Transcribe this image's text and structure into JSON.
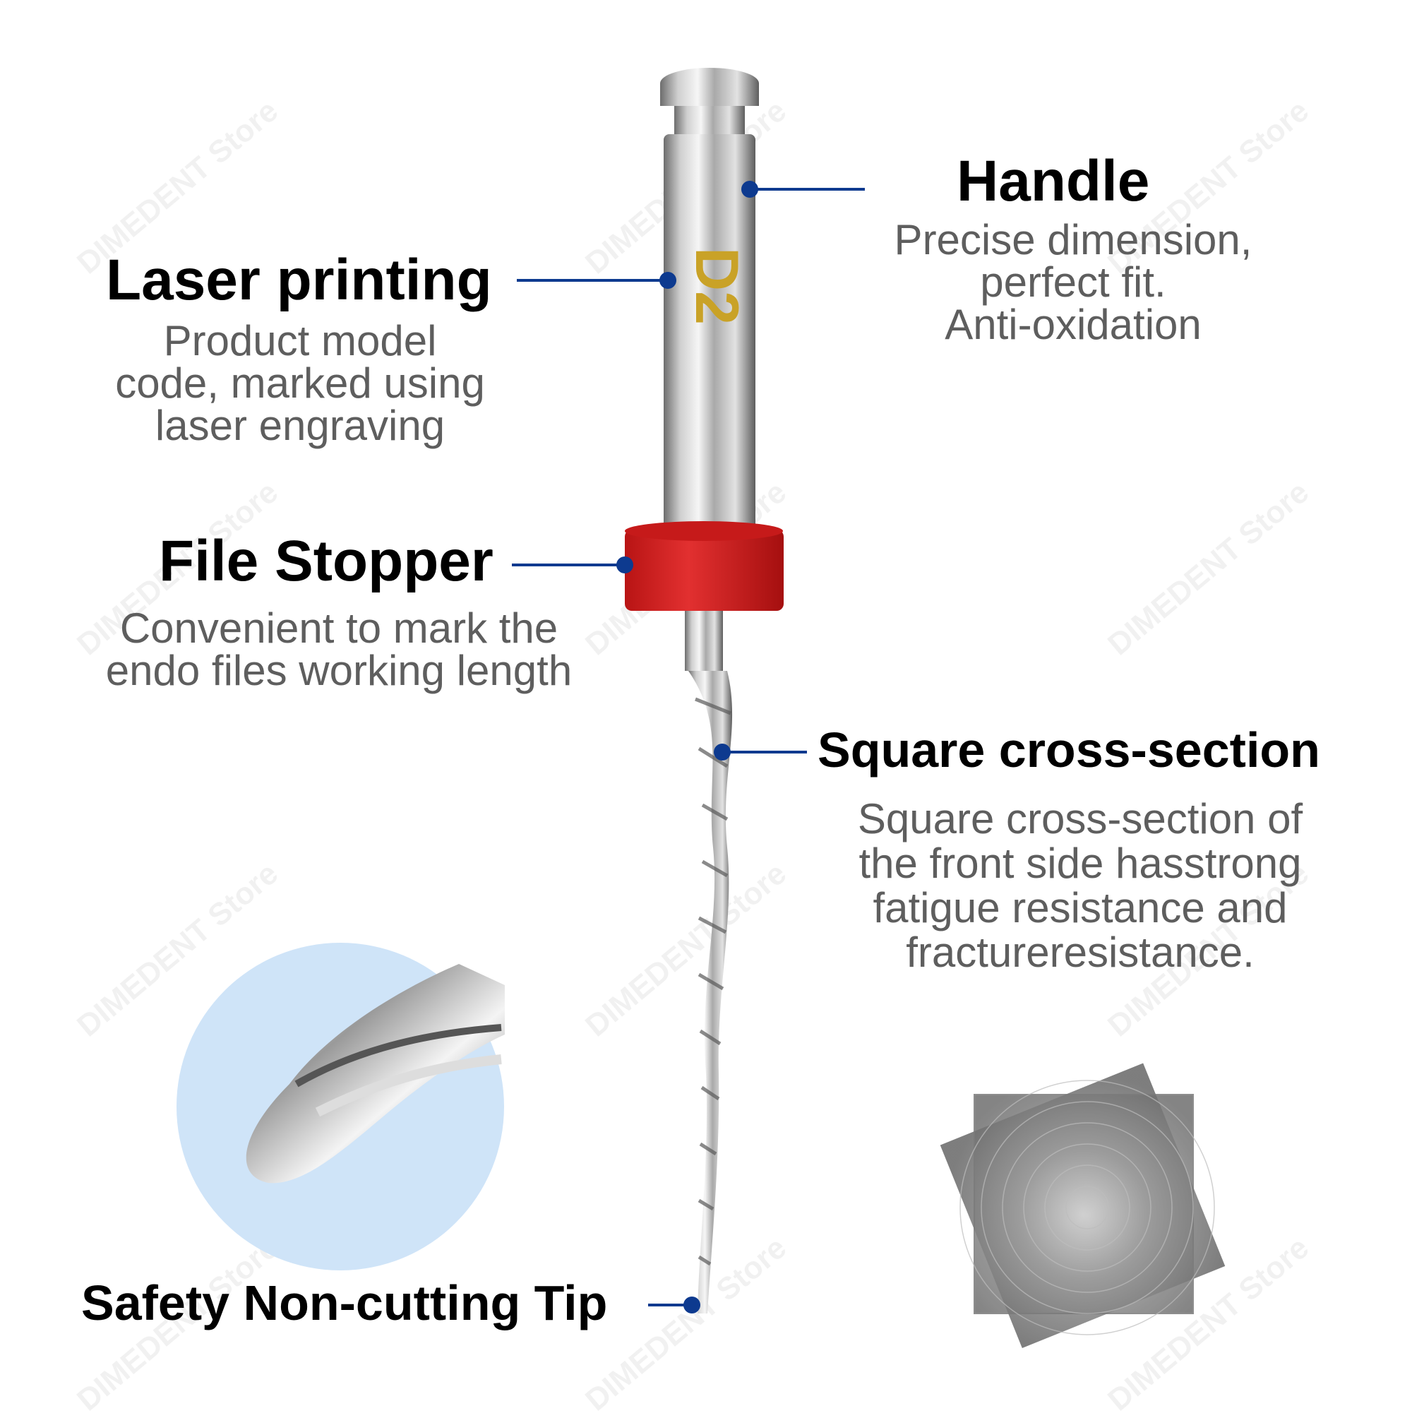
{
  "watermark": "DIMEDENT Store",
  "colors": {
    "accent": "#0d3a8f",
    "stopper": "#d21f1f",
    "engraving": "#c9a227",
    "tip_bg": "#cfe4f8"
  },
  "product": {
    "engraving": "D2"
  },
  "callouts": {
    "handle": {
      "title": "Handle",
      "lines": [
        "Precise dimension,",
        "perfect fit.",
        "Anti-oxidation"
      ]
    },
    "laser": {
      "title": "Laser printing",
      "lines": [
        "Product model",
        "code, marked using",
        "laser engraving"
      ]
    },
    "stopper": {
      "title": "File Stopper",
      "lines": [
        "Convenient to mark the",
        "endo files working length"
      ]
    },
    "square": {
      "title": "Square cross-section",
      "lines": [
        "Square cross-section of",
        "the front side hasstrong",
        "fatigue resistance and",
        "fractureresistance."
      ]
    },
    "tip": {
      "title": "Safety Non-cutting Tip"
    }
  },
  "icons": [
    "callout-dot-icon",
    "tip-closeup-icon",
    "cross-section-icon"
  ]
}
